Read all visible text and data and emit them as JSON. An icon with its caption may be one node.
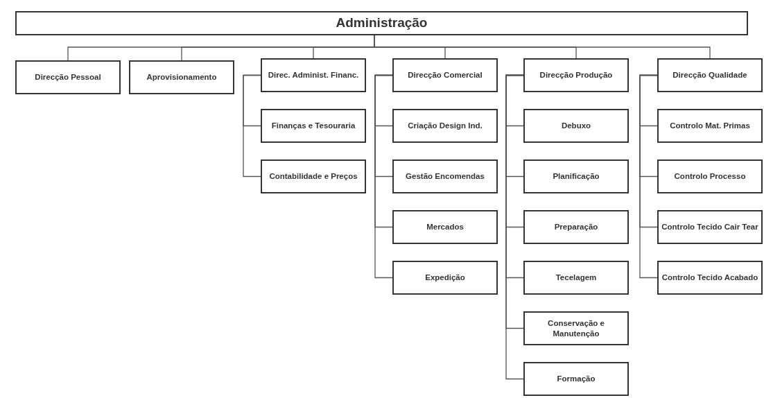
{
  "diagram": {
    "nodes": [
      {
        "text": [
          "Administração"
        ]
      },
      {
        "text": [
          "Direcção Pessoal"
        ]
      },
      {
        "text": [
          "Aprovisionamento"
        ]
      },
      {
        "text": [
          "Direc. Administ. Financ."
        ]
      },
      {
        "text": [
          "Finanças e Tesouraria"
        ]
      },
      {
        "text": [
          "Contabilidade e Preços"
        ]
      },
      {
        "text": [
          "Direcção Comercial"
        ]
      },
      {
        "text": [
          "Criação Design Ind."
        ]
      },
      {
        "text": [
          "Gestão Encomendas"
        ]
      },
      {
        "text": [
          "Mercados"
        ]
      },
      {
        "text": [
          "Expedição"
        ]
      },
      {
        "text": [
          "Direcção Produção"
        ]
      },
      {
        "text": [
          "Debuxo"
        ]
      },
      {
        "text": [
          "Planificação"
        ]
      },
      {
        "text": [
          "Preparação"
        ]
      },
      {
        "text": [
          "Tecelagem"
        ]
      },
      {
        "text": [
          "Conservação e Manutenção"
        ]
      },
      {
        "text": [
          "Formação"
        ]
      },
      {
        "text": [
          "Direcção Qualidade"
        ]
      },
      {
        "text": [
          "Controlo Mat. Primas"
        ]
      },
      {
        "text": [
          "Controlo Processo"
        ]
      },
      {
        "text": [
          "Controlo Tecido Cair Tear"
        ]
      },
      {
        "text": [
          "Controlo Tecido Acabado"
        ]
      }
    ],
    "edges": [
      {
        "from": 0,
        "to": 1,
        "arrow": "none"
      },
      {
        "from": 0,
        "to": 2,
        "arrow": "none"
      },
      {
        "from": 0,
        "to": 3,
        "arrow": "none"
      },
      {
        "from": 0,
        "to": 6,
        "arrow": "none"
      },
      {
        "from": 0,
        "to": 11,
        "arrow": "none"
      },
      {
        "from": 0,
        "to": 18,
        "arrow": "none"
      },
      {
        "from": 3,
        "to": 4,
        "arrow": "none"
      },
      {
        "from": 3,
        "to": 5,
        "arrow": "none"
      },
      {
        "from": 6,
        "to": 7,
        "arrow": "none"
      },
      {
        "from": 6,
        "to": 8,
        "arrow": "none"
      },
      {
        "from": 6,
        "to": 9,
        "arrow": "none"
      },
      {
        "from": 6,
        "to": 10,
        "arrow": "none"
      },
      {
        "from": 11,
        "to": 12,
        "arrow": "none"
      },
      {
        "from": 11,
        "to": 13,
        "arrow": "none"
      },
      {
        "from": 11,
        "to": 14,
        "arrow": "none"
      },
      {
        "from": 11,
        "to": 15,
        "arrow": "none"
      },
      {
        "from": 11,
        "to": 16,
        "arrow": "none"
      },
      {
        "from": 11,
        "to": 17,
        "arrow": "none"
      },
      {
        "from": 18,
        "to": 19,
        "arrow": "none"
      },
      {
        "from": 18,
        "to": 20,
        "arrow": "none"
      },
      {
        "from": 18,
        "to": 21,
        "arrow": "none"
      },
      {
        "from": 18,
        "to": 22,
        "arrow": "none"
      }
    ]
  }
}
